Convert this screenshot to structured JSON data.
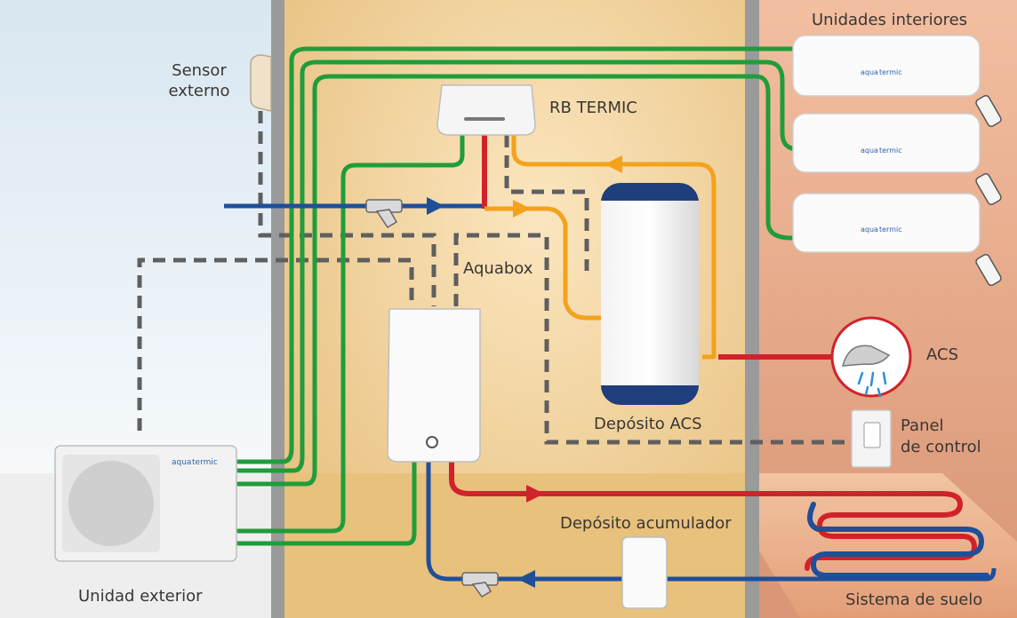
{
  "labels": {
    "sensor_externo_1": "Sensor",
    "sensor_externo_2": "externo",
    "rb_termic": "RB TERMIC",
    "unidades_interiores": "Unidades interiores",
    "aquabox": "Aquabox",
    "deposito_acs": "Depósito ACS",
    "acs": "ACS",
    "panel_control_1": "Panel",
    "panel_control_2": "de control",
    "deposito_acumulador": "Depósito acumulador",
    "unidad_exterior": "Unidad exterior",
    "sistema_suelo": "Sistema de suelo"
  },
  "brand": {
    "prefix": "aqua",
    "suffix": "termic"
  },
  "colors": {
    "green_pipe": "#1f9d3a",
    "blue_pipe": "#1f4f9a",
    "red_pipe": "#d1222b",
    "orange_pipe": "#f4a21c",
    "control_dashed": "#5f5f5f",
    "interior_wall_bg": "#ecc98f",
    "right_room_bg": "#e3a27d",
    "brand_blue": "#2a63b0",
    "brand_red": "#d1222b"
  }
}
